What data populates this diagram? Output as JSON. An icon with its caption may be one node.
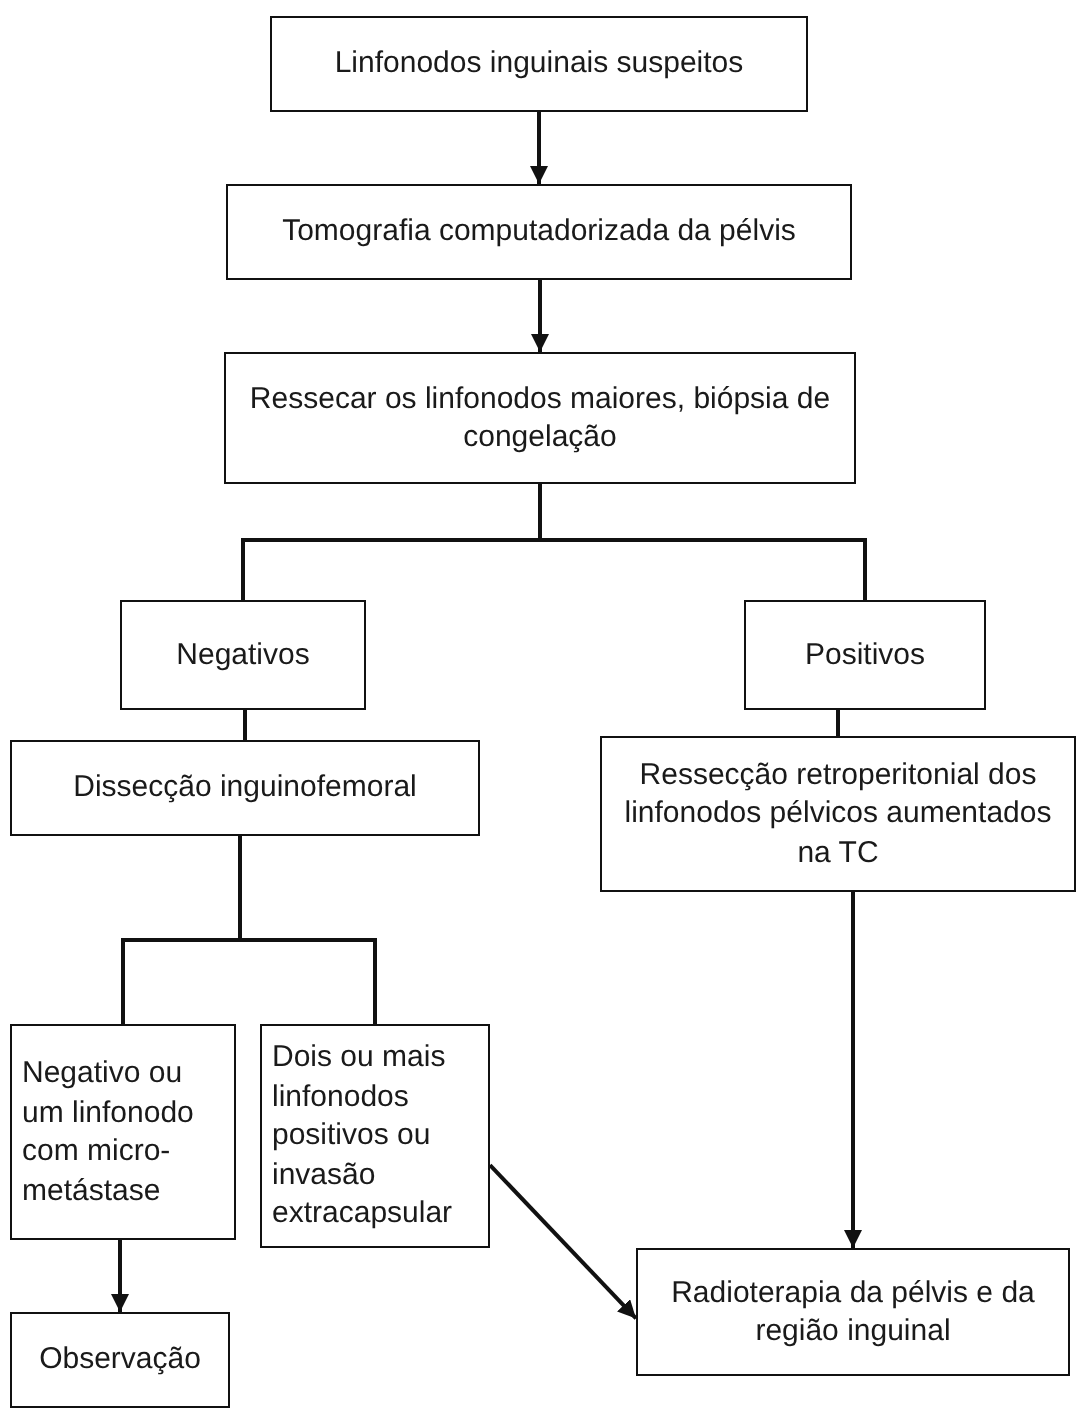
{
  "diagram": {
    "nodes": [
      {
        "text": [
          "Linfonodos inguinais suspeitos"
        ]
      },
      {
        "text": [
          "Tomografia computadorizada da pélvis"
        ]
      },
      {
        "text": [
          "Ressecar os linfonodos maiores, biópsia de congelação"
        ]
      },
      {
        "text": [
          "Negativos"
        ]
      },
      {
        "text": [
          "Positivos"
        ]
      },
      {
        "text": [
          "Dissecção inguinofemoral"
        ]
      },
      {
        "text": [
          "Ressecção retroperitonial dos linfonodos pélvicos aumentados na TC"
        ]
      },
      {
        "text": [
          "Negativo ou um linfonodo com micro-metástase"
        ]
      },
      {
        "text": [
          "Dois ou mais linfonodos positivos ou invasão extracapsular"
        ]
      },
      {
        "text": [
          "Radioterapia da pélvis e da região inguinal"
        ]
      },
      {
        "text": [
          "Observação"
        ]
      }
    ],
    "edges": [
      {
        "from": 0,
        "to": 1,
        "arrow": "to"
      },
      {
        "from": 1,
        "to": 2,
        "arrow": "to"
      },
      {
        "from": 2,
        "to": 3,
        "arrow": "none"
      },
      {
        "from": 2,
        "to": 4,
        "arrow": "none"
      },
      {
        "from": 3,
        "to": 5,
        "arrow": "none"
      },
      {
        "from": 4,
        "to": 6,
        "arrow": "none"
      },
      {
        "from": 5,
        "to": 7,
        "arrow": "none"
      },
      {
        "from": 5,
        "to": 8,
        "arrow": "none"
      },
      {
        "from": 6,
        "to": 9,
        "arrow": "to"
      },
      {
        "from": 8,
        "to": 9,
        "arrow": "to"
      },
      {
        "from": 7,
        "to": 10,
        "arrow": "to"
      }
    ]
  }
}
